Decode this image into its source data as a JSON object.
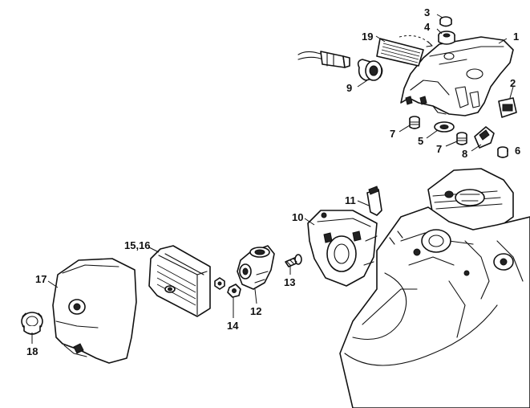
{
  "callouts": {
    "c1": "1",
    "c2": "2",
    "c3": "3",
    "c4": "4",
    "c5": "5",
    "c6": "6",
    "c7a": "7",
    "c7b": "7",
    "c8": "8",
    "c9": "9",
    "c10": "10",
    "c11": "11",
    "c12": "12",
    "c13": "13",
    "c14": "14",
    "c15_16": "15,16",
    "c17": "17",
    "c18": "18",
    "c19": "19"
  }
}
